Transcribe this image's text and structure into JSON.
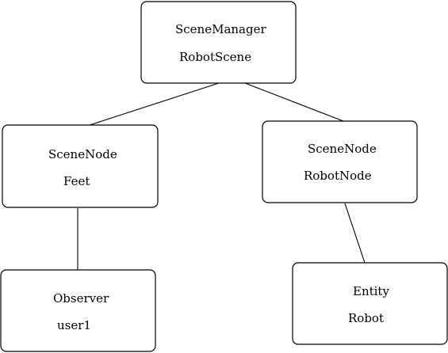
{
  "nodes": {
    "scene_manager": {
      "type": "SceneManager",
      "name": "RobotScene"
    },
    "feet": {
      "type": "SceneNode",
      "name": "Feet"
    },
    "robot_node": {
      "type": "SceneNode",
      "name": "RobotNode"
    },
    "observer": {
      "type": "Observer",
      "name": "user1"
    },
    "entity": {
      "type": "Entity",
      "name": "Robot"
    }
  },
  "edges": [
    {
      "from": "scene_manager",
      "to": "feet"
    },
    {
      "from": "scene_manager",
      "to": "robot_node"
    },
    {
      "from": "feet",
      "to": "observer"
    },
    {
      "from": "robot_node",
      "to": "entity"
    }
  ],
  "colors": {
    "stroke": "#000000",
    "fill": "#ffffff",
    "text": "#000000"
  }
}
